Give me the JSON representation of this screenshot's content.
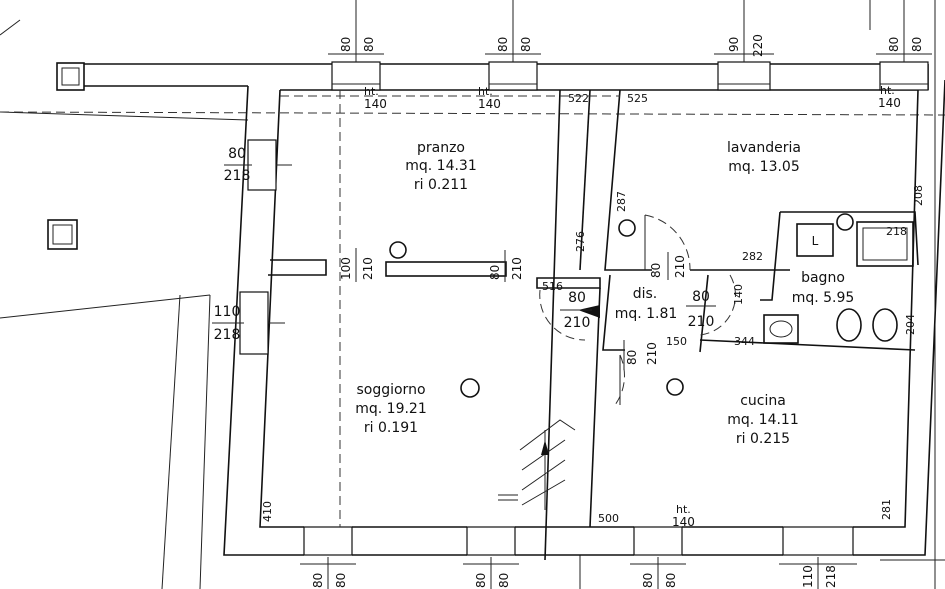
{
  "rooms": {
    "pranzo": {
      "name": "pranzo",
      "area": "mq. 14.31",
      "ri": "ri 0.211"
    },
    "lavanderia": {
      "name": "lavanderia",
      "area": "mq. 13.05"
    },
    "bagno": {
      "name": "bagno",
      "area": "mq. 5.95"
    },
    "dis": {
      "name": "dis.",
      "area": "mq. 1.81"
    },
    "soggiorno": {
      "name": "soggiorno",
      "area": "mq. 19.21",
      "ri": "ri 0.191"
    },
    "cucina": {
      "name": "cucina",
      "area": "mq. 14.11",
      "ri": "ri 0.215"
    }
  },
  "openings_top": [
    {
      "w": "80",
      "h": "80"
    },
    {
      "w": "80",
      "h": "80"
    },
    {
      "w": "90",
      "h": "220"
    },
    {
      "w": "80",
      "h": "80"
    }
  ],
  "openings_bottom": [
    {
      "w": "80",
      "h": "80"
    },
    {
      "w": "80",
      "h": "80"
    },
    {
      "w": "80",
      "h": "80"
    },
    {
      "w": "110",
      "h": "218"
    }
  ],
  "openings_left": [
    {
      "w": "80",
      "h": "218"
    },
    {
      "w": "110",
      "h": "218"
    }
  ],
  "sill_heights": {
    "ht_label": "ht.",
    "values": [
      "140",
      "140",
      "140",
      "140"
    ]
  },
  "inner_doors": [
    {
      "w": "100",
      "h": "210"
    },
    {
      "w": "80",
      "h": "210"
    },
    {
      "w": "80",
      "h": "210"
    },
    {
      "w": "80",
      "h": "210"
    },
    {
      "w": "80",
      "h": "210"
    },
    {
      "w": "80",
      "h": "210"
    }
  ],
  "wall_dimensions": {
    "d522": "522",
    "d525": "525",
    "d287": "287",
    "d276": "276",
    "d208": "208",
    "d218": "218",
    "d282": "282",
    "d516": "516",
    "d140": "140",
    "d204": "204",
    "d150": "150",
    "d344": "344",
    "d410": "410",
    "d500": "500",
    "d281": "281"
  },
  "fixtures": {
    "washer_label": "L"
  }
}
